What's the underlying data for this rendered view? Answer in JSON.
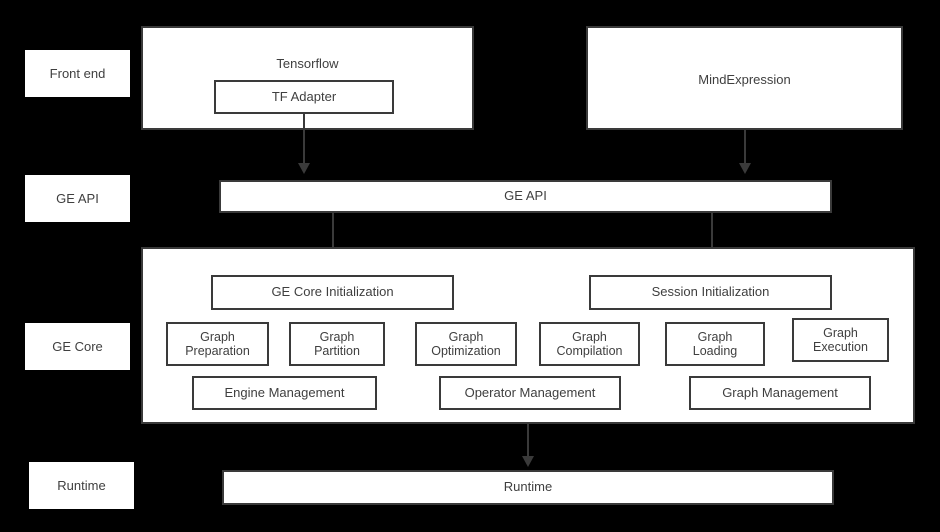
{
  "diagram": {
    "title": "GE architecture layer diagram",
    "background_color": "#000000",
    "box_fill": "#ffffff",
    "box_border": "#3a3a3a",
    "text_color": "#3f3f3f"
  },
  "stage_labels": [
    {
      "id": "front-end",
      "label": "Front end"
    },
    {
      "id": "ge-api",
      "label": "GE API"
    },
    {
      "id": "ge-core",
      "label": "GE Core"
    },
    {
      "id": "runtime",
      "label": "Runtime"
    }
  ],
  "front_end": {
    "tensorflow": {
      "title": "Tensorflow",
      "adapter": "TF Adapter"
    },
    "mindexpression": {
      "title": "MindExpression"
    }
  },
  "ge_api": {
    "label": "GE API"
  },
  "ge_core": {
    "initialization": [
      {
        "id": "ge-core-initialization",
        "label": "GE Core Initialization"
      },
      {
        "id": "session-initialization",
        "label": "Session Initialization"
      }
    ],
    "stages": [
      {
        "id": "graph-preparation",
        "label": "Graph\nPreparation"
      },
      {
        "id": "graph-partition",
        "label": "Graph\nPartition"
      },
      {
        "id": "graph-optimization",
        "label": "Graph\nOptimization"
      },
      {
        "id": "graph-compilation",
        "label": "Graph\nCompilation"
      },
      {
        "id": "graph-loading",
        "label": "Graph\nLoading"
      },
      {
        "id": "graph-execution",
        "label": "Graph\nExecution"
      }
    ],
    "managers": [
      {
        "id": "engine-management",
        "label": "Engine Management"
      },
      {
        "id": "operator-management",
        "label": "Operator Management"
      },
      {
        "id": "graph-management",
        "label": "Graph Management"
      }
    ]
  },
  "runtime": {
    "label": "Runtime"
  }
}
